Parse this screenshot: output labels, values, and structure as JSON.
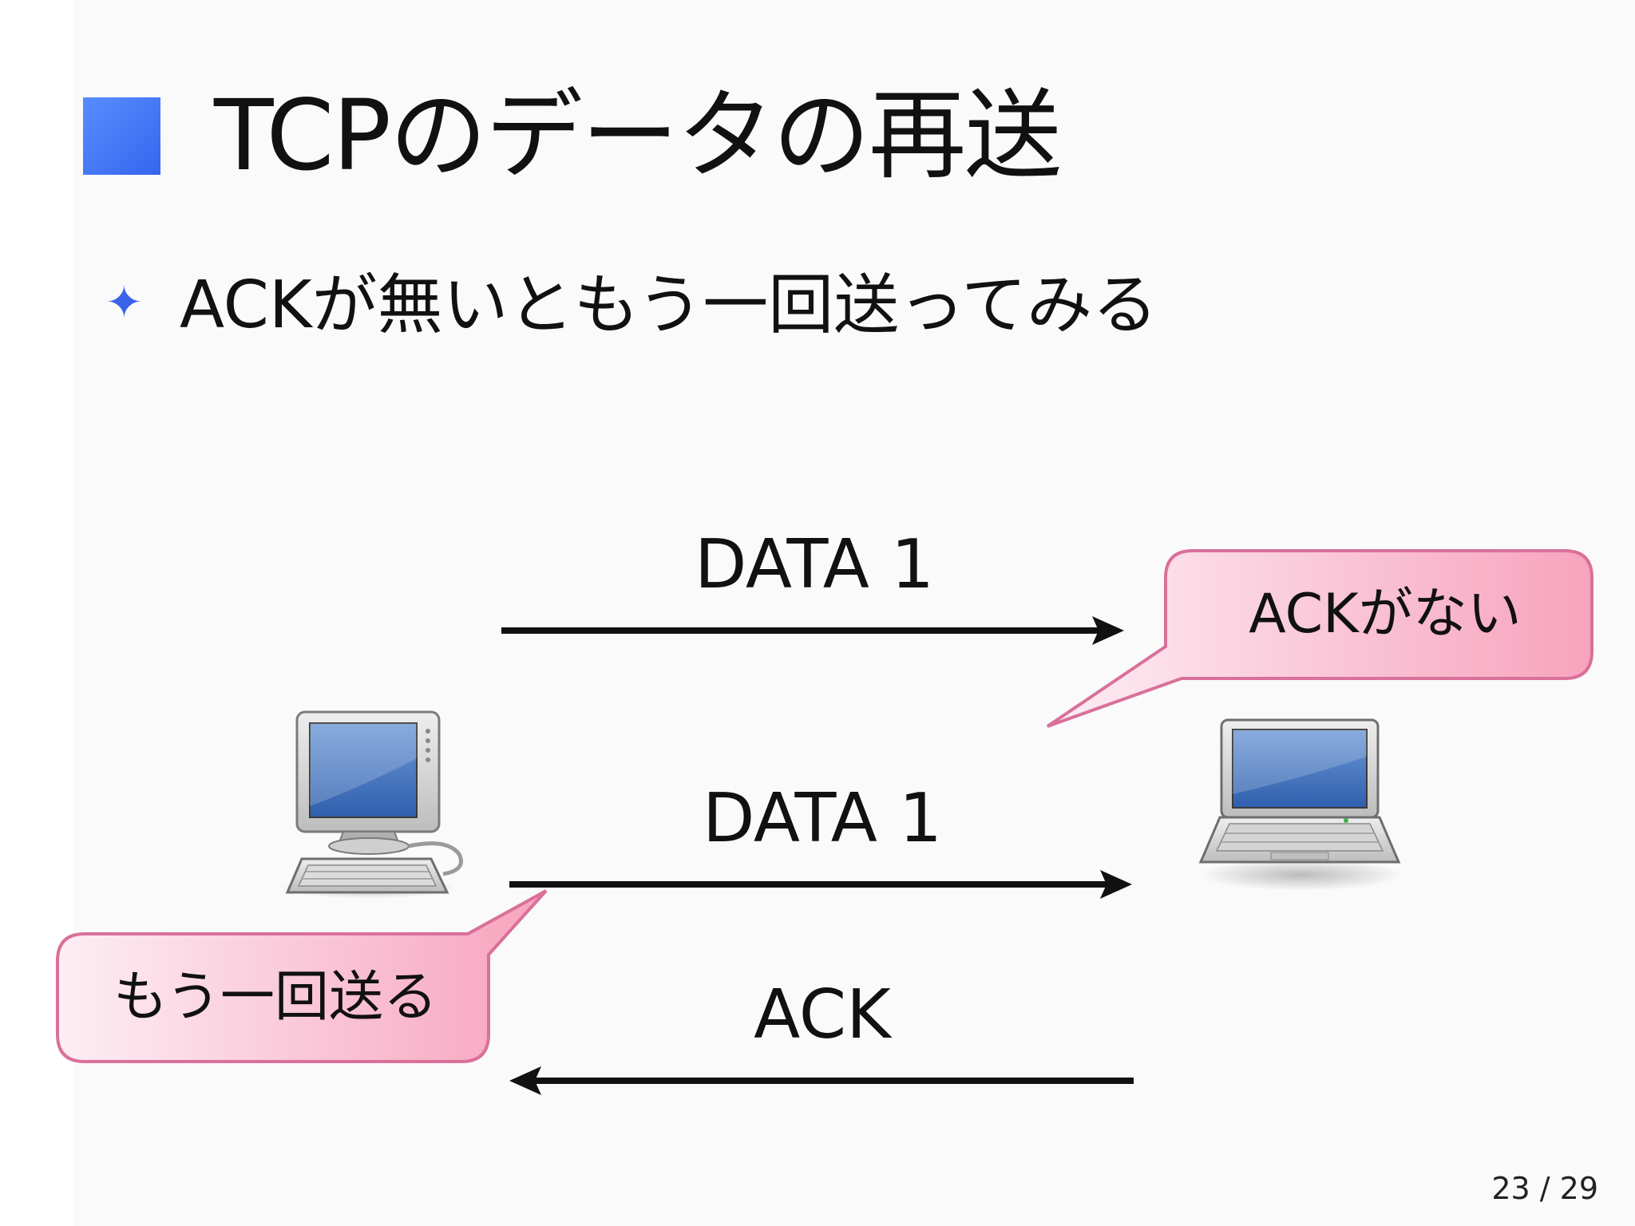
{
  "slide": {
    "title": "TCPのデータの再送",
    "bullet": "ACKが無いともう一回送ってみる",
    "page_number": "23 / 29"
  },
  "diagram": {
    "messages": [
      {
        "label": "DATA 1",
        "direction": "right"
      },
      {
        "label": "DATA 1",
        "direction": "right"
      },
      {
        "label": "ACK",
        "direction": "left"
      }
    ],
    "callouts": {
      "receiver": "ACKがない",
      "sender": "もう一回送る"
    },
    "nodes": {
      "sender_icon": "desktop-computer-icon",
      "receiver_icon": "laptop-icon"
    },
    "colors": {
      "accent": "#3b63ea",
      "bubble_border": "#d9709a",
      "bubble_fill_light": "#fdeef4",
      "bubble_fill_dark": "#f7a3bd",
      "arrow": "#111111"
    }
  }
}
